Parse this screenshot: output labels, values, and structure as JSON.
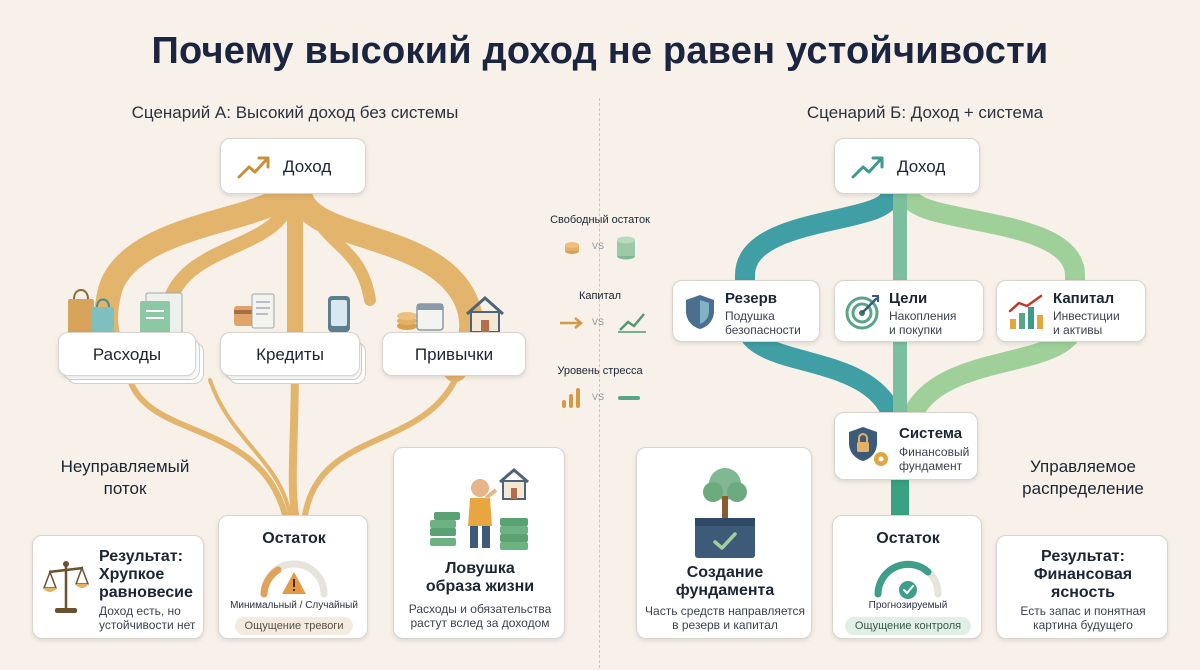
{
  "title": "Почему высокий доход не равен устойчивости",
  "scenario_a": {
    "heading": "Сценарий А: Высокий доход без системы",
    "income": "Доход",
    "categories": [
      "Расходы",
      "Кредиты",
      "Привычки"
    ],
    "flow_label_line1": "Неуправляемый",
    "flow_label_line2": "поток",
    "remainder": {
      "title": "Остаток",
      "state": "Минимальный / Случайный",
      "feeling": "Ощущение тревоги"
    },
    "result": {
      "line1": "Результат:",
      "line2": "Хрупкое",
      "line3": "равновесие",
      "desc1": "Доход есть, но",
      "desc2": "устойчивости нет"
    },
    "trap": {
      "line1": "Ловушка",
      "line2": "образа жизни",
      "desc1": "Расходы и обязательства",
      "desc2": "растут вслед за доходом"
    }
  },
  "comparison": {
    "items": [
      "Свободный остаток",
      "Капитал",
      "Уровень стресса"
    ],
    "vs": "VS"
  },
  "scenario_b": {
    "heading": "Сценарий Б: Доход + система",
    "income": "Доход",
    "buckets": [
      {
        "title": "Резерв",
        "sub1": "Подушка",
        "sub2": "безопасности"
      },
      {
        "title": "Цели",
        "sub1": "Накопления",
        "sub2": "и покупки"
      },
      {
        "title": "Капитал",
        "sub1": "Инвестиции",
        "sub2": "и активы"
      }
    ],
    "system": {
      "title": "Система",
      "sub1": "Финансовый",
      "sub2": "фундамент"
    },
    "flow_label_line1": "Управляемое",
    "flow_label_line2": "распределение",
    "remainder": {
      "title": "Остаток",
      "state": "Прогнозируемый",
      "feeling": "Ощущение контроля"
    },
    "foundation": {
      "line1": "Создание",
      "line2": "фундамента",
      "desc1": "Часть средств направляется",
      "desc2": "в резерв и капитал"
    },
    "result": {
      "line1": "Результат:",
      "line2": "Финансовая",
      "line3": "ясность",
      "desc1": "Есть запас и понятная",
      "desc2": "картина будущего"
    }
  },
  "colors": {
    "gold": "#e2b066",
    "teal": "#4aa3a0",
    "green": "#8fc79a",
    "navy": "#1b2540"
  }
}
